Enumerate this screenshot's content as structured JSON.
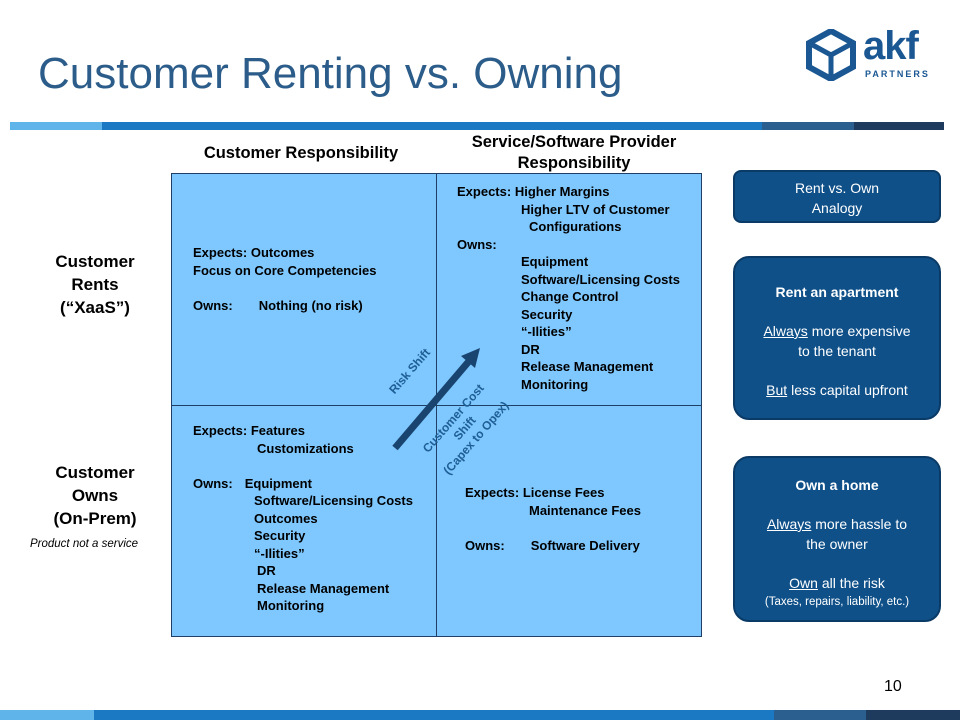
{
  "title": "Customer Renting vs. Owning",
  "logo": {
    "name": "akf",
    "sub": "PARTNERS"
  },
  "columns": {
    "customer": "Customer Responsibility",
    "provider_line1": "Service/Software Provider",
    "provider_line2": "Responsibility"
  },
  "rows": {
    "rents": [
      "Customer",
      "Rents",
      "(“XaaS”)"
    ],
    "owns": [
      "Customer",
      "Owns",
      "(On-Prem)"
    ],
    "owns_note": "Product not a service"
  },
  "cells": {
    "rent_customer": {
      "expects_label": "Expects:",
      "expects": [
        "Outcomes",
        "Focus on Core Competencies"
      ],
      "owns_label": "Owns:",
      "owns": [
        "Nothing (no risk)"
      ]
    },
    "rent_provider": {
      "expects_label": "Expects:",
      "expects": [
        "Higher Margins",
        "Higher LTV of Customer",
        "Configurations"
      ],
      "owns_label": "Owns:",
      "owns": [
        "Equipment",
        "Software/Licensing Costs",
        "Change Control",
        "Security",
        "“-Ilities”",
        "DR",
        "Release Management",
        "Monitoring"
      ]
    },
    "own_customer": {
      "expects_label": "Expects:",
      "expects": [
        "Features",
        "Customizations"
      ],
      "owns_label": "Owns:",
      "owns": [
        "Equipment",
        "Software/Licensing Costs",
        "Outcomes",
        "Security",
        "“-Ilities”",
        "DR",
        "Release Management",
        "Monitoring"
      ]
    },
    "own_provider": {
      "expects_label": "Expects:",
      "expects": [
        "License Fees",
        "Maintenance Fees"
      ],
      "owns_label": "Owns:",
      "owns": [
        "Software Delivery"
      ]
    }
  },
  "arrow": {
    "risk_shift": "Risk Shift",
    "cost_shift": [
      "Customer Cost",
      "Shift",
      "(Capex to Opex)"
    ]
  },
  "analogy": {
    "header": [
      "Rent vs. Own",
      "Analogy"
    ],
    "rent": {
      "title": "Rent an apartment",
      "line1_u": "Always",
      "line1_rest": " more expensive",
      "line2": "to the tenant",
      "line3_u": "But",
      "line3_rest": " less capital upfront"
    },
    "own": {
      "title": "Own a home",
      "line1_u": "Always",
      "line1_rest": " more hassle to",
      "line2": "the owner",
      "line3_u": "Own",
      "line3_rest": " all the risk",
      "line4": "(Taxes, repairs, liability, etc.)"
    }
  },
  "page_number": "10",
  "colors": {
    "title": "#2c5d8a",
    "grid_fill": "#7ec8ff",
    "box_fill": "#0f5089"
  }
}
